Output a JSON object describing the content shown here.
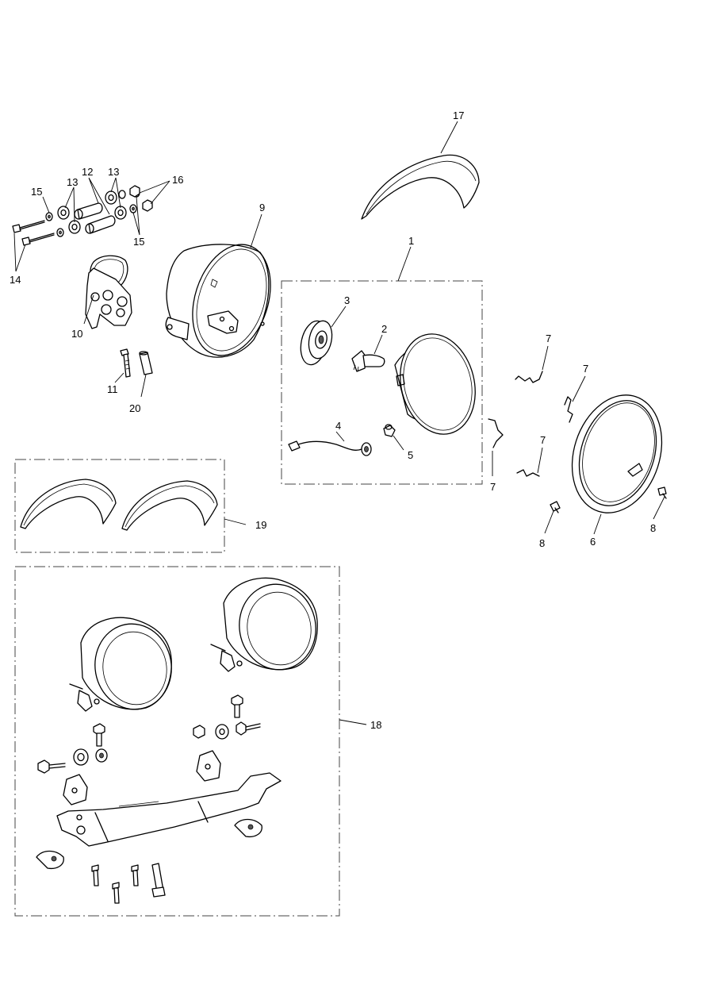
{
  "callouts": [
    {
      "id": "1",
      "text": "1"
    },
    {
      "id": "2",
      "text": "2"
    },
    {
      "id": "3",
      "text": "3"
    },
    {
      "id": "4",
      "text": "4"
    },
    {
      "id": "5",
      "text": "5"
    },
    {
      "id": "6",
      "text": "6"
    },
    {
      "id": "7a",
      "text": "7"
    },
    {
      "id": "7b",
      "text": "7"
    },
    {
      "id": "7c",
      "text": "7"
    },
    {
      "id": "7d",
      "text": "7"
    },
    {
      "id": "8a",
      "text": "8"
    },
    {
      "id": "8b",
      "text": "8"
    },
    {
      "id": "9",
      "text": "9"
    },
    {
      "id": "10",
      "text": "10"
    },
    {
      "id": "11",
      "text": "11"
    },
    {
      "id": "12",
      "text": "12"
    },
    {
      "id": "13a",
      "text": "13"
    },
    {
      "id": "13b",
      "text": "13"
    },
    {
      "id": "14",
      "text": "14"
    },
    {
      "id": "15a",
      "text": "15"
    },
    {
      "id": "15b",
      "text": "15"
    },
    {
      "id": "16",
      "text": "16"
    },
    {
      "id": "17",
      "text": "17"
    },
    {
      "id": "18",
      "text": "18"
    },
    {
      "id": "19",
      "text": "19"
    },
    {
      "id": "20",
      "text": "20"
    }
  ]
}
